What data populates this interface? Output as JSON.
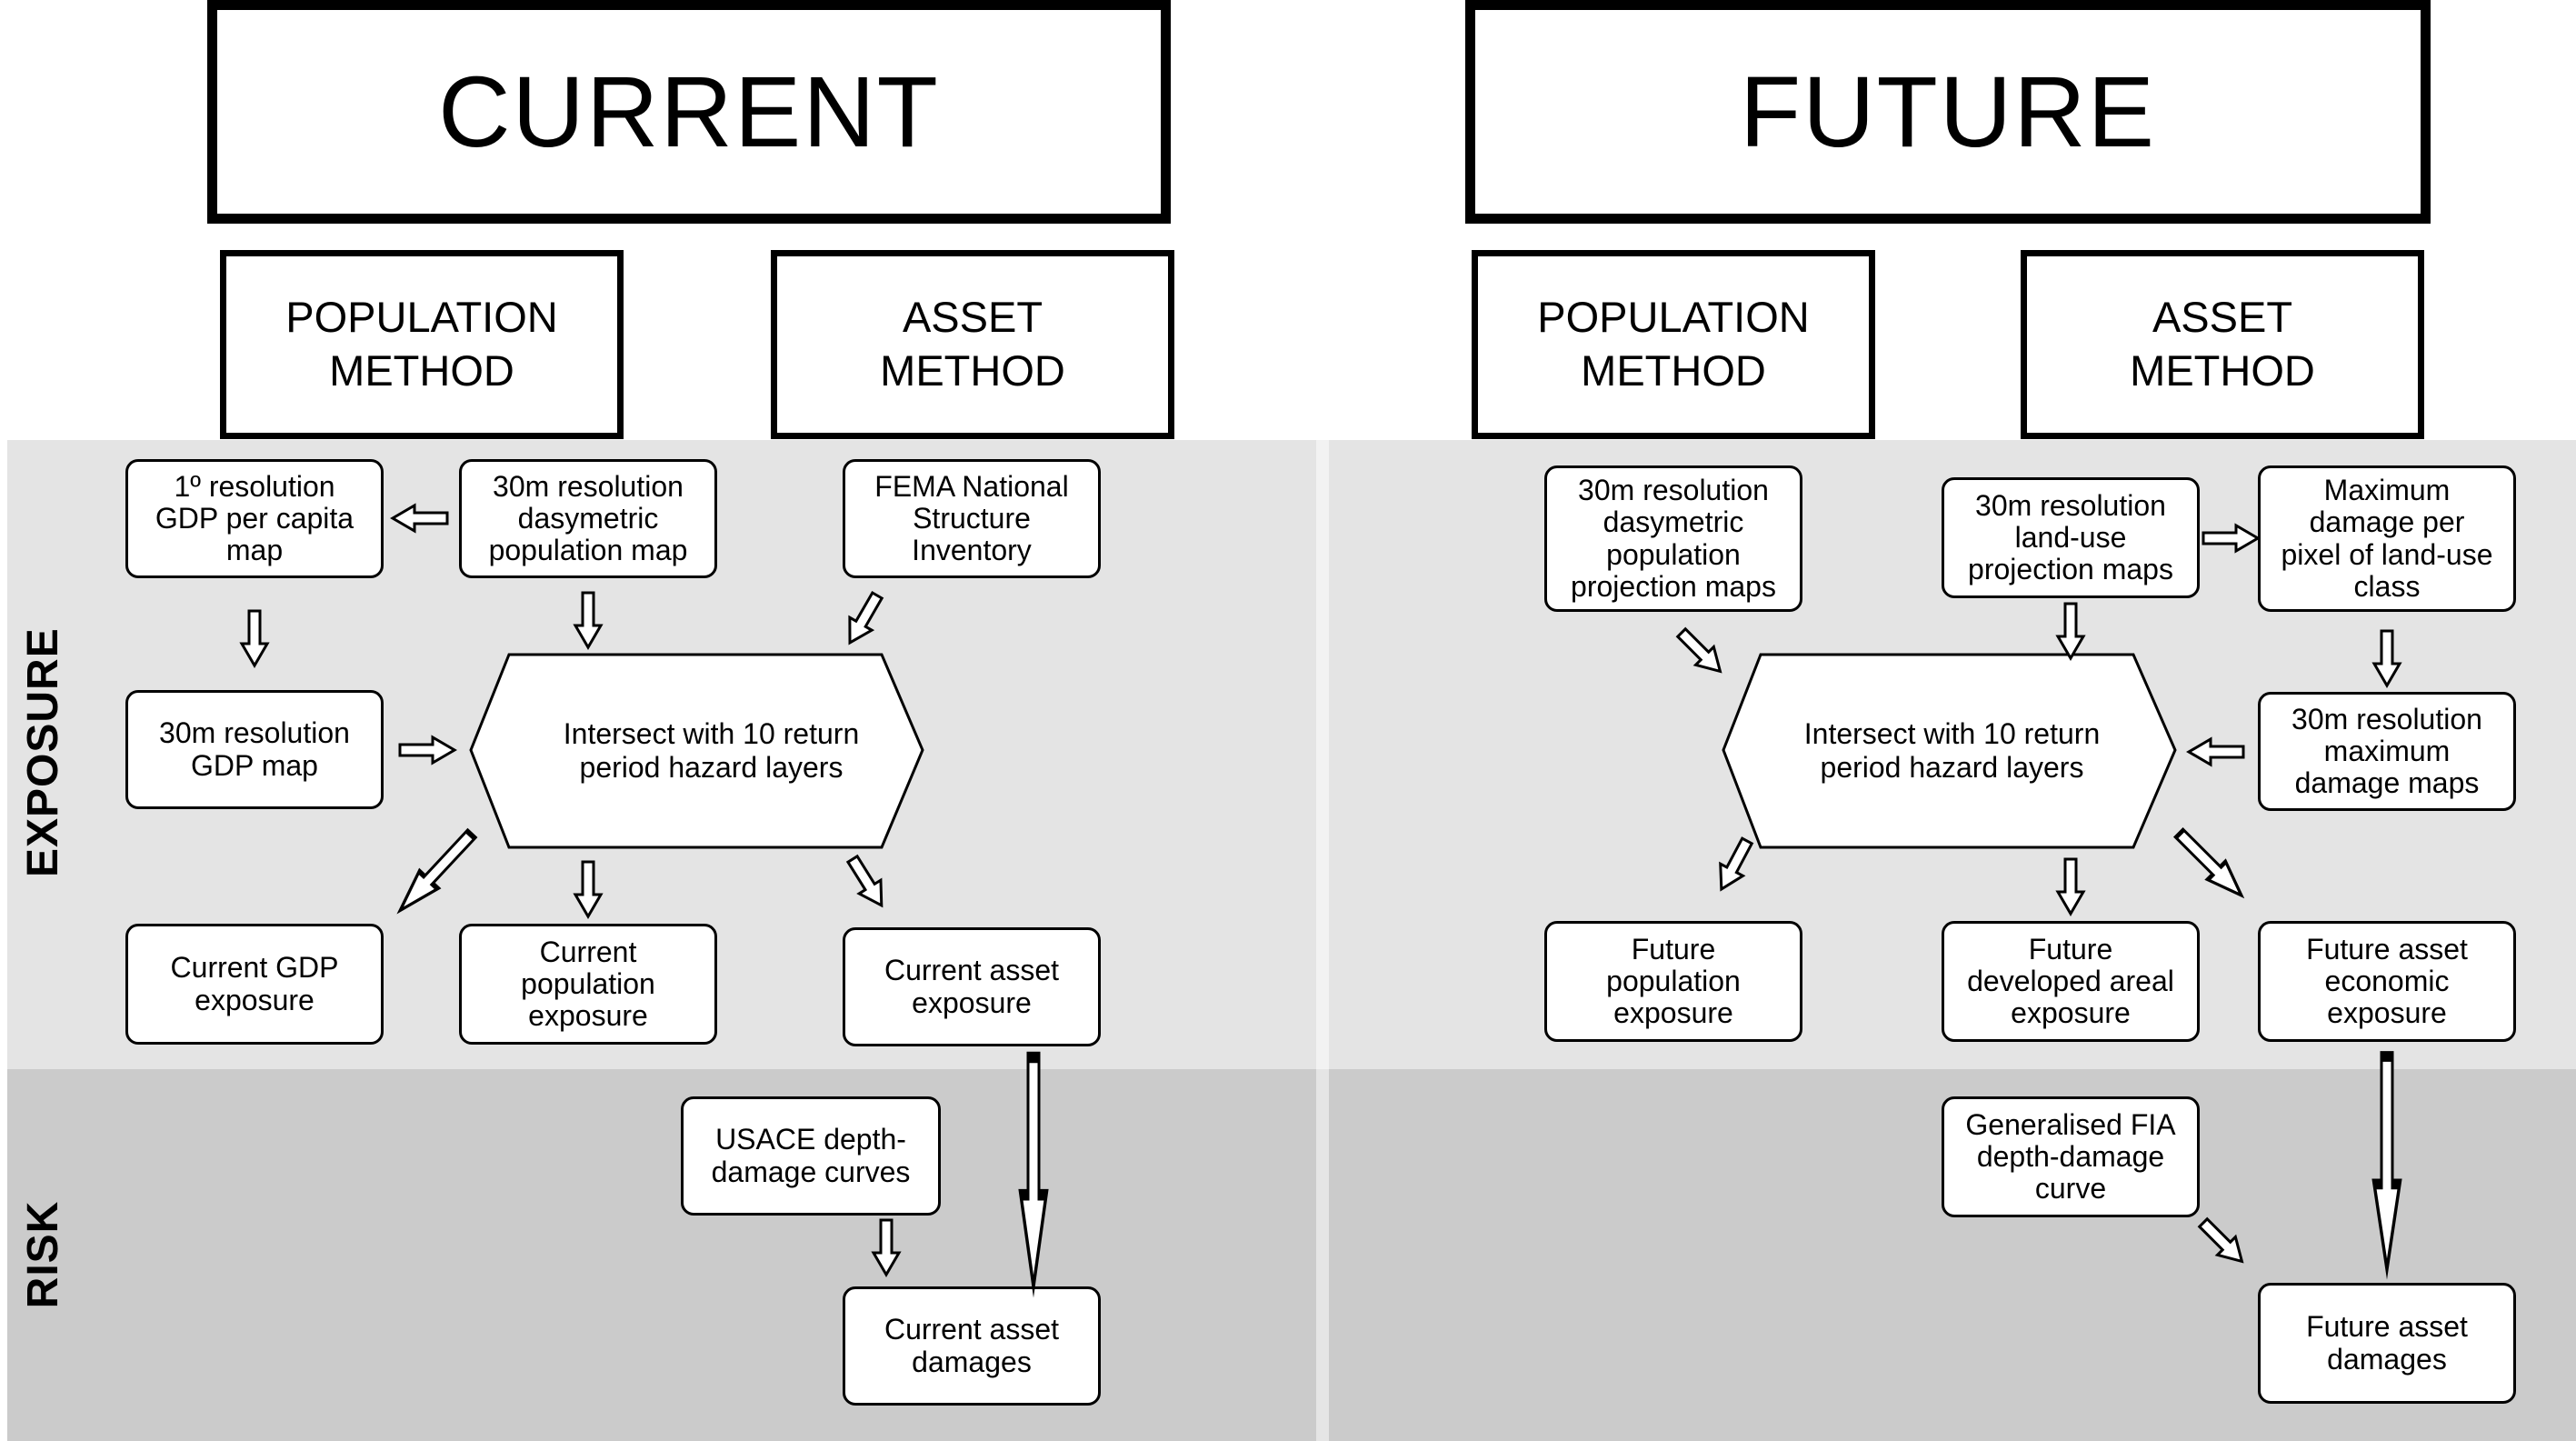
{
  "sections": {
    "current": "CURRENT",
    "future": "FUTURE"
  },
  "bands": {
    "exposure": "EXPOSURE",
    "risk": "RISK"
  },
  "methods": {
    "current_population": "POPULATION\nMETHOD",
    "current_asset": "ASSET\nMETHOD",
    "future_population": "POPULATION\nMETHOD",
    "future_asset": "ASSET\nMETHOD"
  },
  "current": {
    "gdp_per_capita": "1º resolution\nGDP per capita\nmap",
    "dasymetric_pop": "30m resolution\ndasymetric\npopulation map",
    "fema": "FEMA National\nStructure\nInventory",
    "gdp_map": "30m resolution\nGDP map",
    "intersect": "Intersect with 10 return\nperiod hazard layers",
    "gdp_exposure": "Current GDP\nexposure",
    "pop_exposure": "Current\npopulation\nexposure",
    "asset_exposure": "Current asset\nexposure",
    "usace": "USACE depth-\ndamage curves",
    "asset_damages": "Current asset\ndamages"
  },
  "future": {
    "pop_projection": "30m resolution\ndasymetric\npopulation\nprojection maps",
    "landuse_projection": "30m resolution\nland-use\nprojection maps",
    "max_damage_pixel": "Maximum\ndamage per\npixel of land-use\nclass",
    "max_damage_maps": "30m resolution\nmaximum\ndamage maps",
    "intersect": "Intersect with 10 return\nperiod hazard layers",
    "pop_exposure": "Future\npopulation\nexposure",
    "developed_exposure": "Future\ndeveloped areal\nexposure",
    "asset_econ_exposure": "Future asset\neconomic\nexposure",
    "fia_curve": "Generalised FIA\ndepth-damage\ncurve",
    "asset_damages": "Future asset\ndamages"
  },
  "colors": {
    "exposure_band": "#e4e4e4",
    "risk_band": "#cbcbcb",
    "stroke": "#000000"
  }
}
